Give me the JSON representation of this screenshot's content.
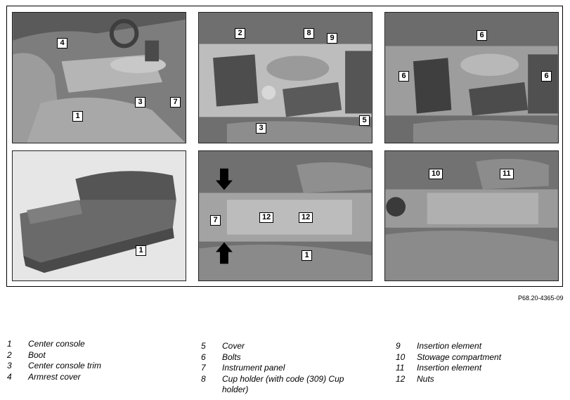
{
  "figure_ref": "P68.20-4365-09",
  "panels": [
    {
      "id": "p1",
      "callouts": [
        "4",
        "1",
        "3",
        "7"
      ]
    },
    {
      "id": "p2",
      "callouts": [
        "2",
        "8",
        "9",
        "3",
        "5"
      ]
    },
    {
      "id": "p3",
      "callouts": [
        "6",
        "6",
        "6"
      ]
    },
    {
      "id": "p4",
      "callouts": [
        "1"
      ]
    },
    {
      "id": "p5",
      "callouts": [
        "7",
        "12",
        "12",
        "1"
      ]
    },
    {
      "id": "p6",
      "callouts": [
        "10",
        "11"
      ]
    }
  ],
  "legend": {
    "col1": [
      {
        "num": "1",
        "text": "Center console"
      },
      {
        "num": "2",
        "text": "Boot"
      },
      {
        "num": "3",
        "text": "Center console trim"
      },
      {
        "num": "4",
        "text": "Armrest cover"
      }
    ],
    "col2": [
      {
        "num": "5",
        "text": "Cover"
      },
      {
        "num": "6",
        "text": "Bolts"
      },
      {
        "num": "7",
        "text": "Instrument panel"
      },
      {
        "num": "8",
        "text": "Cup holder (with code (309) Cup holder)"
      }
    ],
    "col3": [
      {
        "num": "9",
        "text": "Insertion element"
      },
      {
        "num": "10",
        "text": "Stowage compartment"
      },
      {
        "num": "11",
        "text": "Insertion element"
      },
      {
        "num": "12",
        "text": "Nuts"
      }
    ]
  }
}
